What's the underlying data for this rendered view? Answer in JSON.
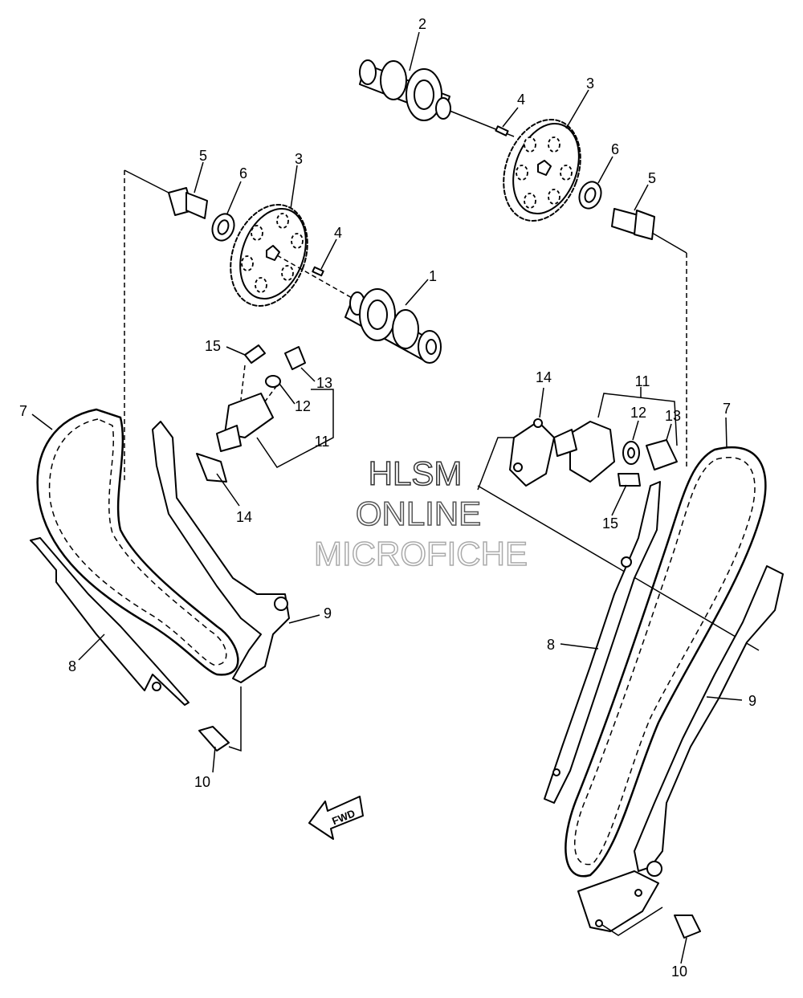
{
  "watermark": {
    "line1": "HLSM",
    "line2": "ONLINE",
    "line3": "MICROFICHE",
    "color1": "#333333",
    "color2": "#555555",
    "color3": "#aaaaaa"
  },
  "direction_arrow": {
    "label": "FWD",
    "icon": "forward-arrow-icon"
  },
  "callouts": {
    "c1": "1",
    "c2": "2",
    "c3a": "3",
    "c3b": "3",
    "c4a": "4",
    "c4b": "4",
    "c5a": "5",
    "c5b": "5",
    "c6a": "6",
    "c6b": "6",
    "c7a": "7",
    "c7b": "7",
    "c8a": "8",
    "c8b": "8",
    "c9a": "9",
    "c9b": "9",
    "c10a": "10",
    "c10b": "10",
    "c11a": "11",
    "c11b": "11",
    "c12a": "12",
    "c12b": "12",
    "c13a": "13",
    "c13b": "13",
    "c14a": "14",
    "c14b": "14",
    "c15a": "15",
    "c15b": "15"
  }
}
